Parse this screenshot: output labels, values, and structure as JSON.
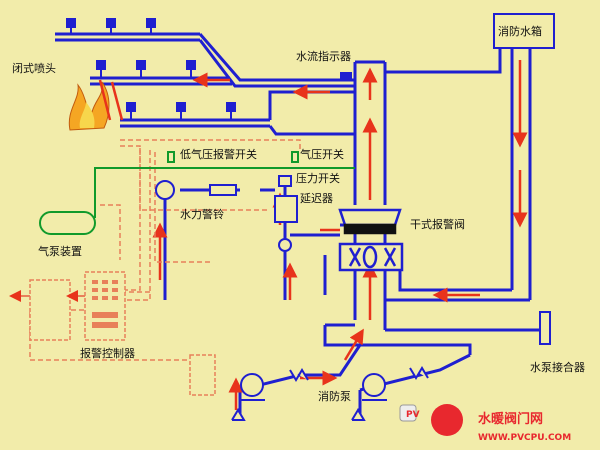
{
  "labels": {
    "sprinkler": "闭式喷头",
    "flow_indicator": "水流指示器",
    "tank": "消防水箱",
    "low_pressure_switch": "低气压报警开关",
    "air_pressure_switch": "气压开关",
    "pressure_switch": "压力开关",
    "delay_device": "延迟器",
    "water_bell": "水力警铃",
    "dry_valve": "干式报警阀",
    "air_pump": "气泵装置",
    "alarm_controller": "报警控制器",
    "fire_pump": "消防泵",
    "pump_adapter": "水泵接合器"
  },
  "watermark": {
    "logo_text": "水暖阀门网",
    "url": "WWW.PVCPU.COM",
    "brand_mark": "PV"
  },
  "colors": {
    "background": "#f2ecaa",
    "pipe_blue": "#1f1fd0",
    "flow_red": "#e8331b",
    "signal_dashed": "#e8805a",
    "air_line_green": "#119a2b",
    "fire_yellow": "#f5a623"
  }
}
